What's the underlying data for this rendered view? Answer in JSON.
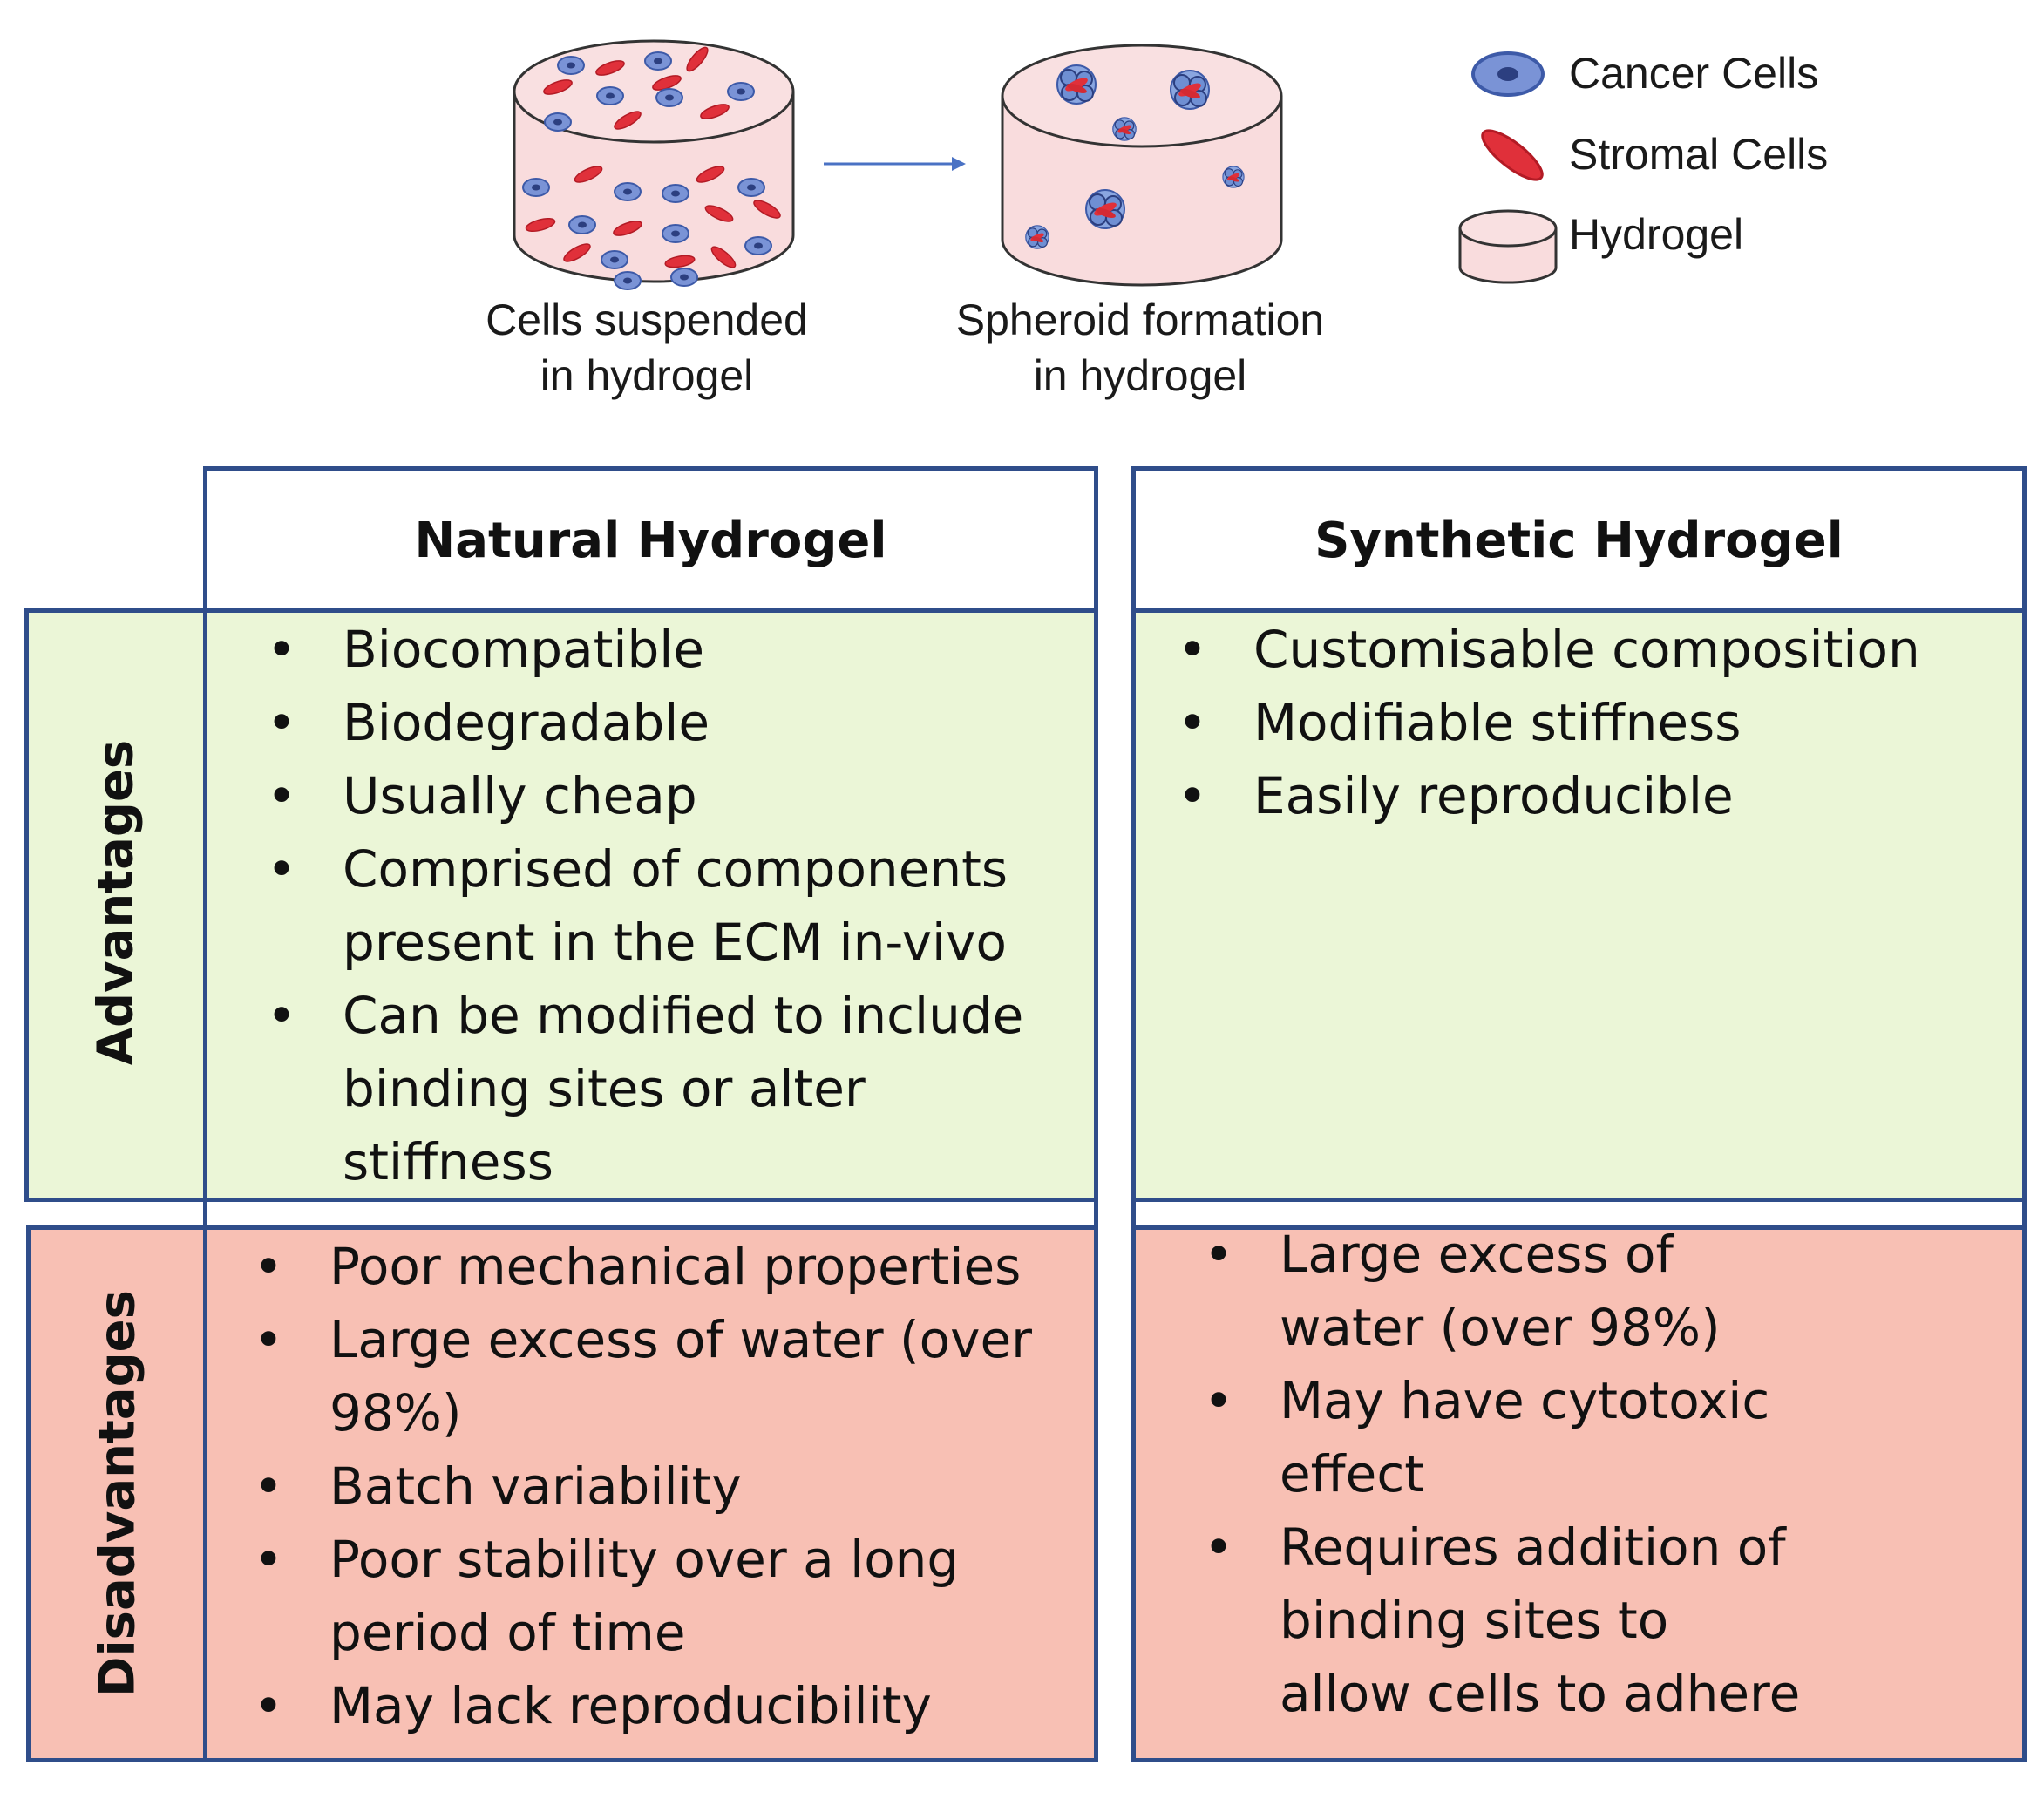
{
  "illustration": {
    "caption_left": [
      "Cells suspended",
      "in hydrogel"
    ],
    "caption_right": [
      "Spheroid formation",
      "in hydrogel"
    ]
  },
  "legend": {
    "cancer_cells": "Cancer Cells",
    "stromal_cells": "Stromal Cells",
    "hydrogel": "Hydrogel"
  },
  "colors": {
    "border": "#2f4d8a",
    "advantages_fill": "#ebf6d7",
    "disadvantages_fill": "#f8c0b4",
    "hydrogel_fill": "#f9dcdd",
    "cancer_cell": "#6f8fd3",
    "stromal_cell": "#e0303a"
  },
  "table": {
    "columns": [
      "Natural Hydrogel",
      "Synthetic Hydrogel"
    ],
    "rows": [
      "Advantages",
      "Disadvantages"
    ],
    "advantages": {
      "natural": [
        "Biocompatible",
        "Biodegradable",
        "Usually cheap",
        "Comprised of components present in the ECM in-vivo",
        "Can be modified to include binding sites or alter stiffness"
      ],
      "synthetic": [
        "Customisable composition",
        "Modifiable stiffness",
        "Easily reproducible"
      ]
    },
    "disadvantages": {
      "natural": [
        "Poor mechanical properties",
        "Large excess of water (over 98%)",
        "Batch variability",
        "Poor stability over a long period of time",
        "May lack reproducibility"
      ],
      "synthetic": [
        "Large excess of water (over 98%)",
        "May have cytotoxic effect",
        "Requires addition of binding sites to allow cells to adhere"
      ]
    }
  }
}
